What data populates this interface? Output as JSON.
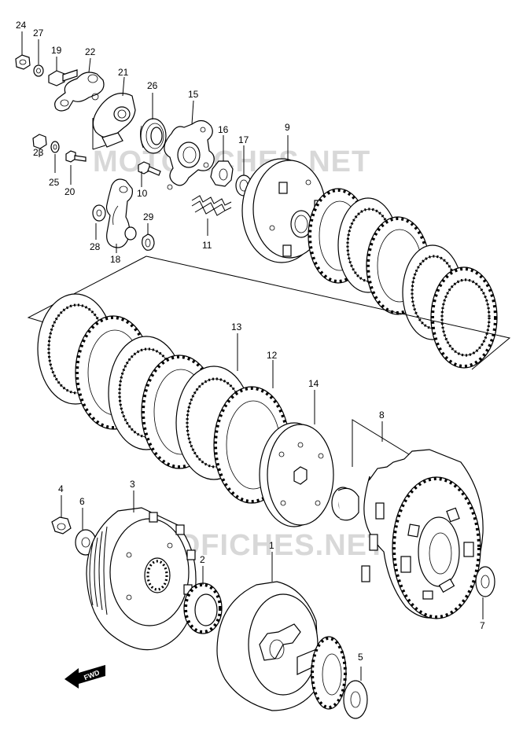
{
  "watermark": {
    "top": "MOTOFICHES.NET",
    "bottom": "MOTOFICHES.NET"
  },
  "fwd": "FWD",
  "labels": {
    "p1": "1",
    "p2": "2",
    "p3": "3",
    "p4": "4",
    "p5": "5",
    "p6": "6",
    "p7": "7",
    "p8": "8",
    "p9": "9",
    "p10": "10",
    "p11": "11",
    "p12": "12",
    "p13": "13",
    "p14": "14",
    "p15": "15",
    "p16": "16",
    "p17": "17",
    "p18": "18",
    "p19": "19",
    "p20": "20",
    "p21": "21",
    "p22": "22",
    "p23": "23",
    "p24": "24",
    "p25": "25",
    "p26": "26",
    "p27": "27",
    "p28": "28",
    "p29": "29"
  }
}
